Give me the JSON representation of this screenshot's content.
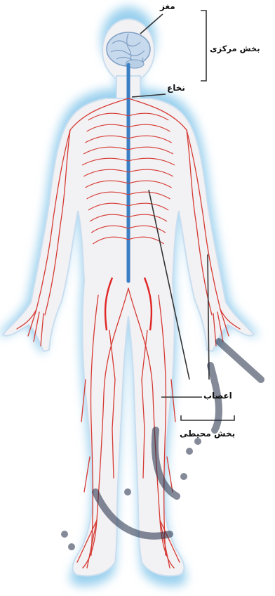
{
  "labels": {
    "brain": "مغز",
    "central": "بخش مرکزی",
    "spinal_cord": "نخاع",
    "nerves": "اعصاب",
    "peripheral": "بخش محیطی"
  },
  "colors": {
    "body_glow": "#9ad0ee",
    "body_fill": "#f2f1f3",
    "nerve": "#d63a34",
    "spinal": "#3a7fc4",
    "brain": "#c7d9ec",
    "pointer": "#333333",
    "watermark": "#1f2a44"
  }
}
